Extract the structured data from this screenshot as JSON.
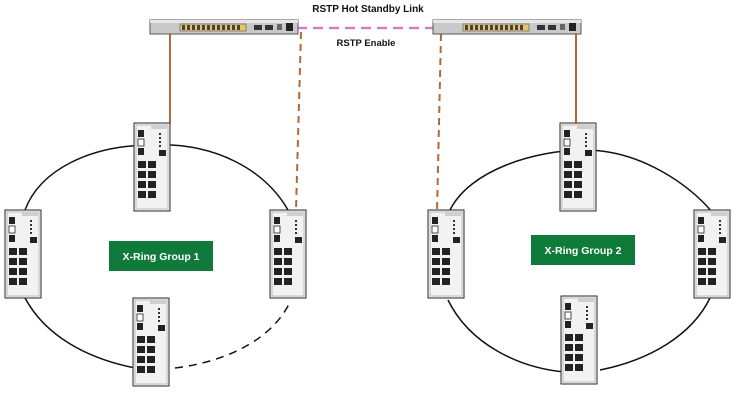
{
  "diagram": {
    "top_label": "RSTP Hot Standby Link",
    "mid_label": "RSTP Enable",
    "group1_label": "X-Ring Group 1",
    "group2_label": "X-Ring Group 2",
    "colors": {
      "group_box": "#107a3a",
      "copper_link": "#b4683a",
      "rstp_standby_link": "#d27fd1",
      "ring_line": "#111111"
    },
    "icons": [
      "core-switch-icon",
      "ring-switch-icon"
    ]
  }
}
